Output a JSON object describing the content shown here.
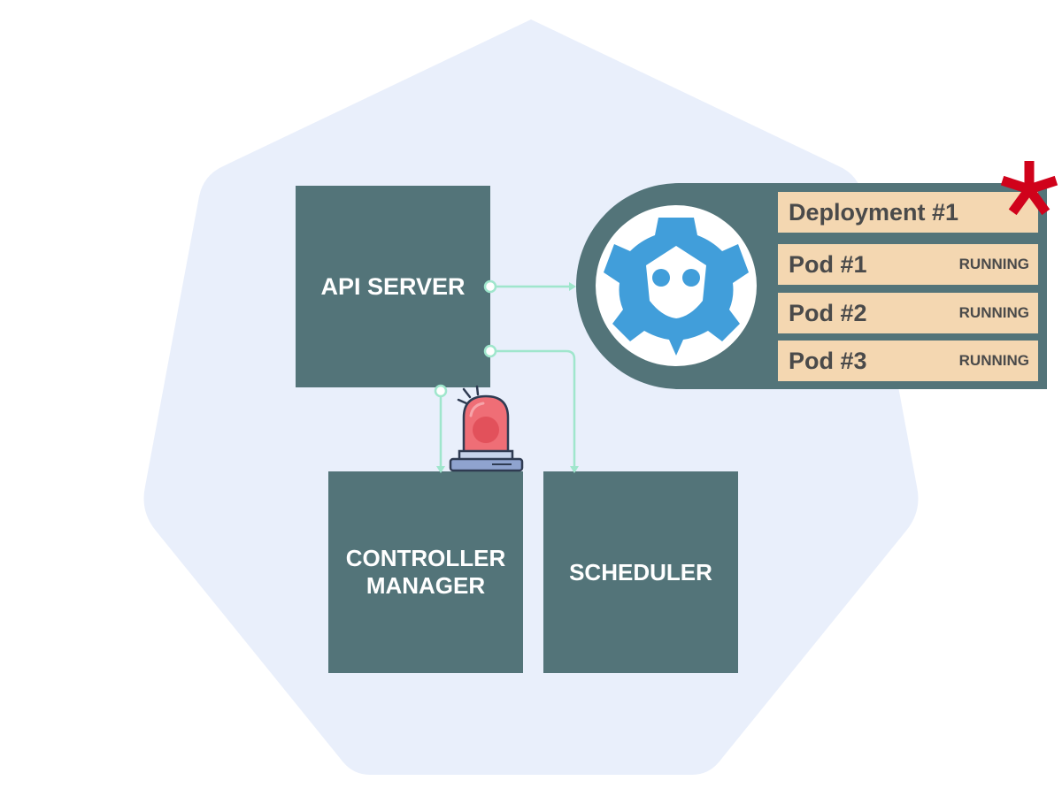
{
  "components": {
    "api_server": "API SERVER",
    "controller_manager_line1": "CONTROLLER",
    "controller_manager_line2": "MANAGER",
    "scheduler": "SCHEDULER"
  },
  "etcd": {
    "icon": "etcd-gear-icon",
    "records": [
      {
        "name": "Deployment #1",
        "status": ""
      },
      {
        "name": "Pod #1",
        "status": "RUNNING"
      },
      {
        "name": "Pod #2",
        "status": "RUNNING"
      },
      {
        "name": "Pod #3",
        "status": "RUNNING"
      }
    ]
  },
  "icons": {
    "alarm": "siren-alarm-icon",
    "highlight": "asterisk-icon"
  },
  "colors": {
    "background_heptagon": "#e9effb",
    "box_fill": "#537479",
    "record_fill": "#f4d7b1",
    "connector": "#9fe6cc",
    "etcd_logo": "#419eda",
    "asterisk": "#d0021b",
    "siren_red": "#ef6e76"
  }
}
